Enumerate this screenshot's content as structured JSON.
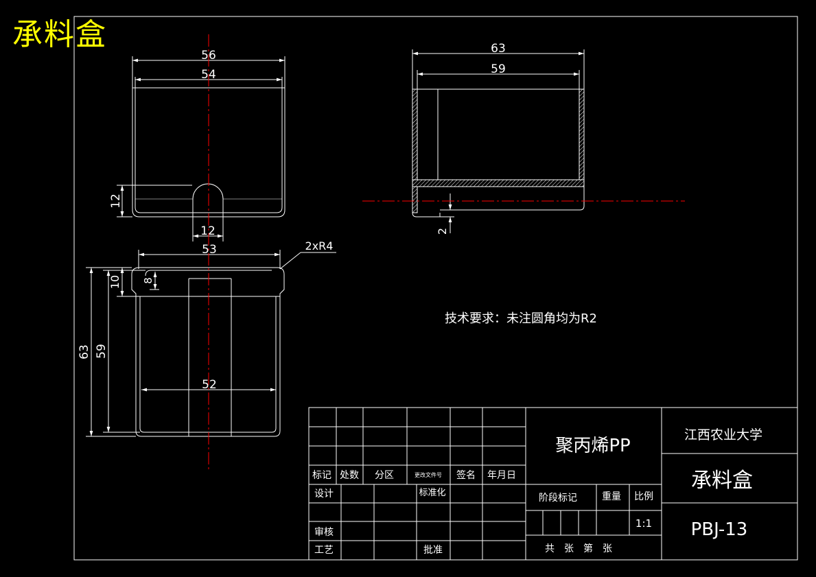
{
  "title": "承料盒",
  "colors": {
    "background": "#000000",
    "line": "#ffffff",
    "centerline": "#ff0000",
    "title": "#ffff00"
  },
  "top_view": {
    "dim_outer_width": "56",
    "dim_inner_width": "54",
    "dim_notch_height": "12",
    "dim_notch_width": "12"
  },
  "bottom_view": {
    "dim_top_width": "53",
    "dim_radius": "2xR4",
    "dim_rim": "10",
    "dim_inner_rim": "8",
    "dim_outer_height": "63",
    "dim_inner_height": "59",
    "dim_bottom_width": "52"
  },
  "section_view": {
    "dim_outer_width": "63",
    "dim_inner_width": "59",
    "dim_step": "2"
  },
  "note": "技术要求：未注圆角均为R2",
  "title_block": {
    "material": "聚丙烯PP",
    "school": "江西农业大学",
    "part_name": "承料盒",
    "drawing_no": "PBJ-13",
    "row_labels": [
      "标记",
      "处数",
      "分区",
      "更改文件号",
      "签名",
      "年月日"
    ],
    "design": "设计",
    "standardize": "标准化",
    "review": "审核",
    "process": "工艺",
    "approve": "批准",
    "stage_mark": "阶段标记",
    "weight": "重量",
    "scale_label": "比例",
    "scale": "1:1",
    "sheets": "共　张　第　张"
  }
}
